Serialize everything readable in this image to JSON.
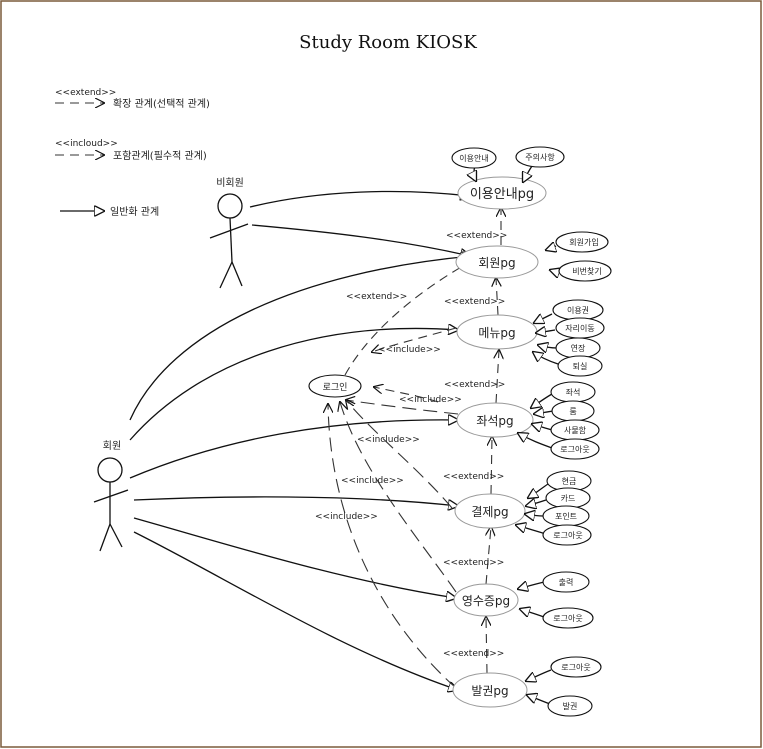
{
  "diagram": {
    "title": "Study Room KIOSK",
    "legend": {
      "extend_tag": "<<extend>>",
      "extend_desc": "확장 관계(선택적 관계)",
      "include_tag": "<<incloud>>",
      "include_desc": "포함관계(필수적 관계)",
      "general_desc": "일반화 관계"
    },
    "actors": {
      "nonmember": "비회원",
      "member": "회원"
    },
    "usecases": {
      "guide": "이용안내pg",
      "member": "회원pg",
      "menu": "메뉴pg",
      "seat": "좌석pg",
      "payment": "결제pg",
      "receipt": "영수증pg",
      "issue": "발권pg",
      "login": "로그인"
    },
    "subcases": {
      "guide_info": "이용안내",
      "guide_notice": "주의사항",
      "member_join": "회원가입",
      "member_pw": "비번찾기",
      "menu_ticket": "이용권",
      "menu_move": "자리이동",
      "menu_extend": "연장",
      "menu_exit": "퇴실",
      "seat_seat": "좌석",
      "seat_room": "룸",
      "seat_locker": "사물함",
      "seat_logout": "로그아웃",
      "pay_cash": "현금",
      "pay_card": "카드",
      "pay_point": "포인트",
      "pay_logout": "로그아웃",
      "rcpt_print": "출력",
      "rcpt_logout": "로그아웃",
      "issue_logout": "로그아웃",
      "issue_issue": "발권"
    },
    "labels": {
      "extend": "<<extend>>",
      "include": "<<include>>"
    },
    "colors": {
      "line": "#111111",
      "usecase_border": "#999999",
      "frame": "#7a5a3a"
    }
  }
}
